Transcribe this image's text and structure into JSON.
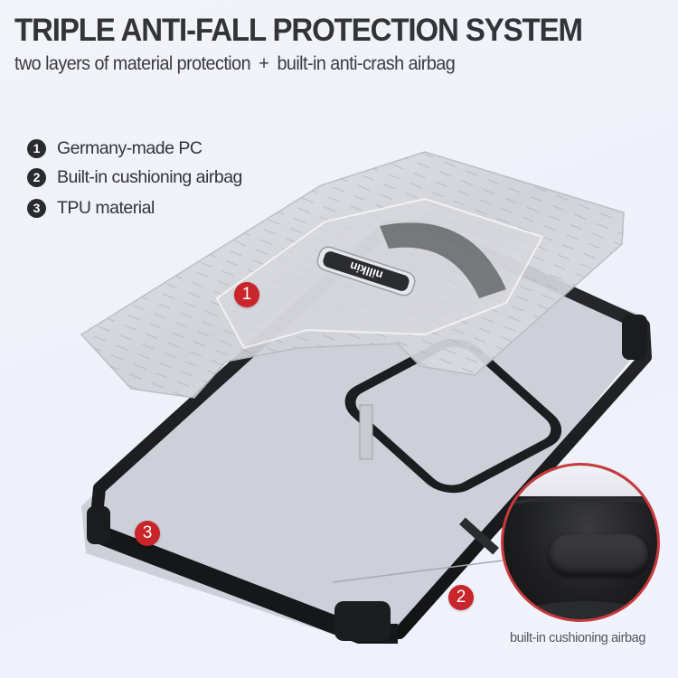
{
  "header": {
    "title": "TRIPLE ANTI-FALL PROTECTION SYSTEM",
    "subtitle_left": "two layers of material protection",
    "subtitle_plus": "+",
    "subtitle_right": "built-in anti-crash airbag"
  },
  "legend": {
    "items": [
      {
        "number": "1",
        "label": "Germany-made PC"
      },
      {
        "number": "2",
        "label": "Built-in cushioning airbag"
      },
      {
        "number": "3",
        "label": "TPU material"
      }
    ]
  },
  "product": {
    "logo_text": "nillkin",
    "callouts": [
      {
        "number": "1",
        "target": "PC back panel"
      },
      {
        "number": "2",
        "target": "corner airbag"
      },
      {
        "number": "3",
        "target": "TPU bumper"
      }
    ]
  },
  "zoom_detail": {
    "caption": "built-in cushioning airbag"
  },
  "colors": {
    "background": "#f0f2fa",
    "text_dark": "#333438",
    "badge_dark": "#2a2b2e",
    "badge_red": "#c9252b",
    "circle_border": "#c73a3d",
    "bumper_black": "#1b1c1e",
    "clear_pc": "#d4d6dc"
  }
}
